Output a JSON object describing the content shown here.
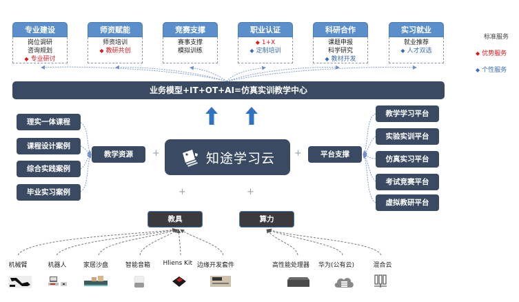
{
  "services": [
    {
      "title": "专业建设",
      "items": [
        {
          "text": "岗位调研",
          "type": "standard"
        },
        {
          "text": "咨询规划",
          "type": "standard"
        },
        {
          "text": "专业研讨",
          "type": "advantage"
        }
      ]
    },
    {
      "title": "师资赋能",
      "items": [
        {
          "text": "师资培训",
          "type": "standard"
        },
        {
          "text": "教研共创",
          "type": "advantage"
        }
      ]
    },
    {
      "title": "竞赛支撑",
      "items": [
        {
          "text": "赛事支撑",
          "type": "standard"
        },
        {
          "text": "模拟训练",
          "type": "standard"
        }
      ]
    },
    {
      "title": "职业认证",
      "items": [
        {
          "text": "1+X",
          "type": "advantage"
        },
        {
          "text": "定制培训",
          "type": "custom"
        }
      ]
    },
    {
      "title": "科研合作",
      "items": [
        {
          "text": "课题申报",
          "type": "standard"
        },
        {
          "text": "科学研究",
          "type": "standard"
        },
        {
          "text": "教材开发",
          "type": "custom"
        }
      ]
    },
    {
      "title": "实习就业",
      "items": [
        {
          "text": "就业推荐",
          "type": "standard"
        },
        {
          "text": "人才双选",
          "type": "custom"
        }
      ]
    }
  ],
  "legend": {
    "standard": "标准服务",
    "advantage": "优势服务",
    "custom": "个性服务",
    "advantage_color": "#e0161b",
    "custom_color": "#3d6db5",
    "diamond_icon": "◆"
  },
  "banner": "业务模型+IT+OT+AI=仿真实训教学中心",
  "center": {
    "logo_icon": "cards-logo-icon",
    "title": "知途学习云"
  },
  "teaching_resources": {
    "hub": "教学资源",
    "items": [
      "理实一体课程",
      "课程设计案例",
      "综合实践案例",
      "毕业实习案例"
    ]
  },
  "platform_support": {
    "hub": "平台支撑",
    "items": [
      "教学学习平台",
      "实验实训平台",
      "仿真实习平台",
      "考试竞赛平台",
      "虚拟教研平台"
    ]
  },
  "equipment": {
    "hub": "教具",
    "items": [
      {
        "label": "机械臂",
        "icon": "robot-arm-icon"
      },
      {
        "label": "机器人",
        "icon": "robot-computer-icon"
      },
      {
        "label": "家居沙盘",
        "icon": "home-sandbox-icon"
      },
      {
        "label": "智能音箱",
        "icon": "smart-speaker-icon"
      },
      {
        "label": "Hliens Kit",
        "icon": "dev-kit-icon"
      },
      {
        "label": "边缘开发套件",
        "icon": "edge-kit-icon"
      }
    ]
  },
  "compute": {
    "hub": "算力",
    "items": [
      {
        "label": "高性能处理器",
        "icon": "processor-icon"
      },
      {
        "label": "华为(公有云)",
        "icon": "cloud-icon"
      },
      {
        "label": "混合云",
        "icon": "server-rack-icon"
      }
    ]
  },
  "symbols": {
    "plus": "+"
  },
  "colors": {
    "header_blue": "#5b8fcb",
    "node_navy": "#3a4a62",
    "node_dark": "#3b3b3e",
    "arrow_blue": "#2f73c2"
  }
}
